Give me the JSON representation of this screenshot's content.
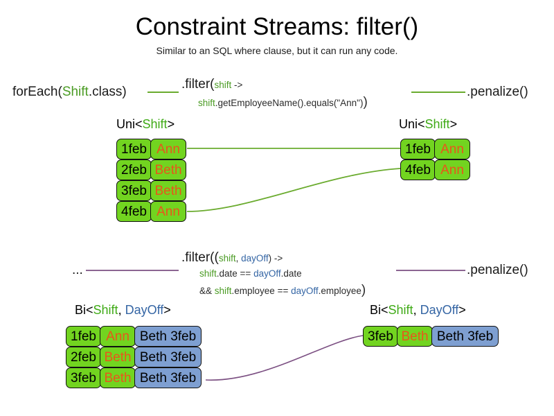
{
  "slide": {
    "title": "Constraint Streams: filter()",
    "subtitle": "Similar to an SQL where clause, but it can run any code."
  },
  "colors": {
    "green_fact": "#72d420",
    "blue_fact": "#7e9fd1",
    "name_text": "#e8561b",
    "type_green": "#3faa16",
    "type_blue": "#3465a4",
    "wire_green": "#6aab2e",
    "wire_purple": "#7b4f82",
    "background": "#ffffff"
  },
  "section_uni": {
    "source_label": {
      "prefix": "forEach(",
      "type": "Shift",
      "suffix": ".class)"
    },
    "filter_line1": {
      "head": ".filter(",
      "param": "shift",
      "arrow": " ->"
    },
    "filter_line2": {
      "param": "shift",
      "body": ".getEmployeeName().equals(\"Ann\")",
      "close": ")"
    },
    "sink_label": ".penalize()",
    "left_caption": {
      "prefix": "Uni<",
      "t1": "Shift",
      "suffix": ">"
    },
    "right_caption": {
      "prefix": "Uni<",
      "t1": "Shift",
      "suffix": ">"
    },
    "left_rows": [
      {
        "date": "1feb",
        "name": "Ann"
      },
      {
        "date": "2feb",
        "name": "Beth"
      },
      {
        "date": "3feb",
        "name": "Beth"
      },
      {
        "date": "4feb",
        "name": "Ann"
      }
    ],
    "right_rows": [
      {
        "date": "1feb",
        "name": "Ann"
      },
      {
        "date": "4feb",
        "name": "Ann"
      }
    ]
  },
  "section_bi": {
    "source_label": "...",
    "filter_line1": {
      "head": ".filter((",
      "p1": "shift",
      "comma": ", ",
      "p2": "dayOff",
      "arrow": ") ->"
    },
    "filter_line2": {
      "p1": "shift",
      "mid": ".date == ",
      "p2": "dayOff",
      "tail": ".date"
    },
    "filter_line3": {
      "amp": "&& ",
      "p1": "shift",
      "mid": ".employee == ",
      "p2": "dayOff",
      "tail": ".employee",
      "close": ")"
    },
    "sink_label": ".penalize()",
    "left_caption": {
      "prefix": "Bi<",
      "t1": "Shift",
      "comma": ", ",
      "t2": "DayOff",
      "suffix": ">"
    },
    "right_caption": {
      "prefix": "Bi<",
      "t1": "Shift",
      "comma": ", ",
      "t2": "DayOff",
      "suffix": ">"
    },
    "left_rows": [
      {
        "date": "1feb",
        "name": "Ann",
        "pair": "Beth 3feb"
      },
      {
        "date": "2feb",
        "name": "Beth",
        "pair": "Beth 3feb"
      },
      {
        "date": "3feb",
        "name": "Beth",
        "pair": "Beth 3feb"
      }
    ],
    "right_rows": [
      {
        "date": "3feb",
        "name": "Beth",
        "pair": "Beth 3feb"
      }
    ]
  }
}
